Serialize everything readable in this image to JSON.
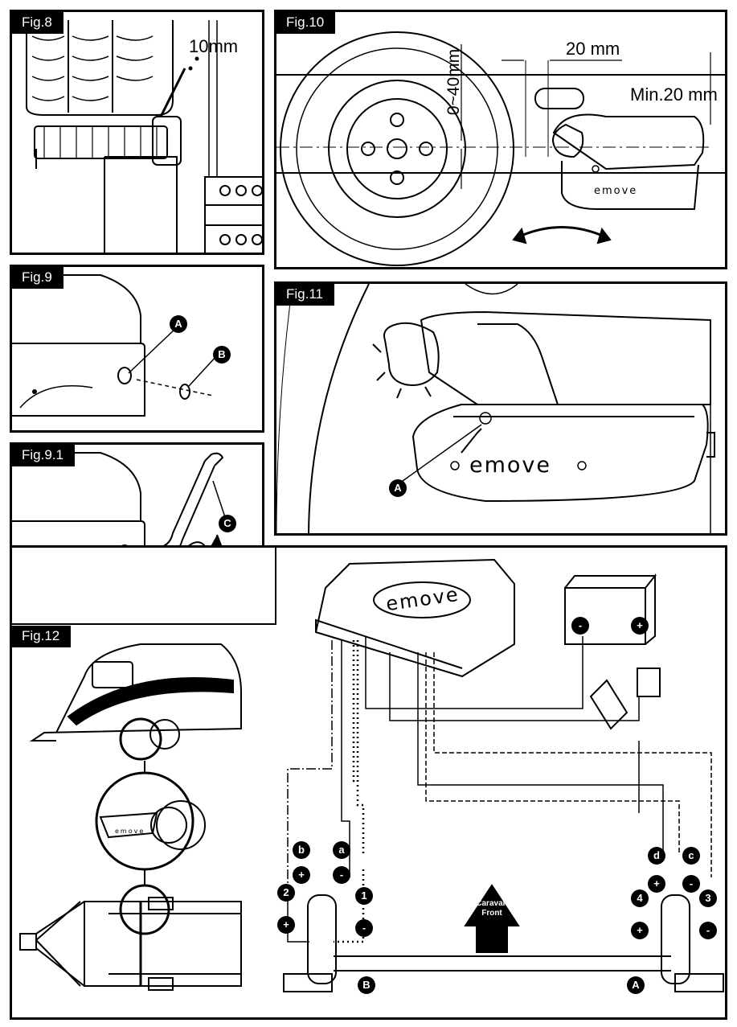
{
  "fig8": {
    "label": "Fig.8",
    "measure": "10mm"
  },
  "fig9": {
    "label": "Fig.9",
    "callout_a": "A",
    "callout_b": "B"
  },
  "fig91": {
    "label": "Fig.9.1",
    "callout_c": "C"
  },
  "fig10": {
    "label": "Fig.10",
    "measure_vertical": "0~40mm",
    "measure_gap": "20 mm",
    "measure_min": "Min.20 mm",
    "brand": "emove"
  },
  "fig11": {
    "label": "Fig.11",
    "brand": "emove",
    "callout_a": "A"
  },
  "fig12": {
    "label": "Fig.12",
    "controller_brand": "emove",
    "small_brand": "emove",
    "battery_minus": "-",
    "battery_plus": "+",
    "arrow_label_1": "Caravan",
    "arrow_label_2": "Front",
    "left_wires": [
      {
        "letter": "b",
        "sign": "+"
      },
      {
        "letter": "a",
        "sign": "-"
      },
      {
        "letter": "2",
        "sign": "+"
      },
      {
        "letter": "1",
        "sign": "-"
      }
    ],
    "right_wires": [
      {
        "letter": "d",
        "sign": "+"
      },
      {
        "letter": "c",
        "sign": "-"
      },
      {
        "letter": "4",
        "sign": "+"
      },
      {
        "letter": "3",
        "sign": "-"
      }
    ],
    "motor_left": "B",
    "motor_right": "A"
  },
  "colors": {
    "ink": "#000000",
    "paper": "#ffffff"
  }
}
